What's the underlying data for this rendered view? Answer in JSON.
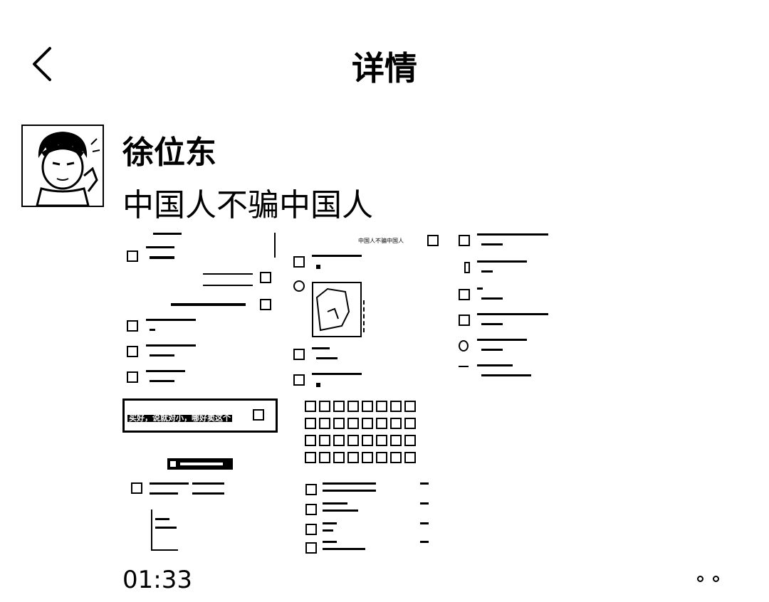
{
  "header": {
    "title": "详情"
  },
  "post": {
    "author": "徐位东",
    "text": "中国人不骗中国人",
    "time": "01:33"
  },
  "thumbnail_1": {
    "banner_text": "买好，说就对小，哪好卖这个"
  },
  "thumbnail_2": {
    "right_text": "中国人不骗中国人"
  },
  "icons": {
    "back": "chevron-left-icon",
    "more": "more-dots-icon"
  }
}
